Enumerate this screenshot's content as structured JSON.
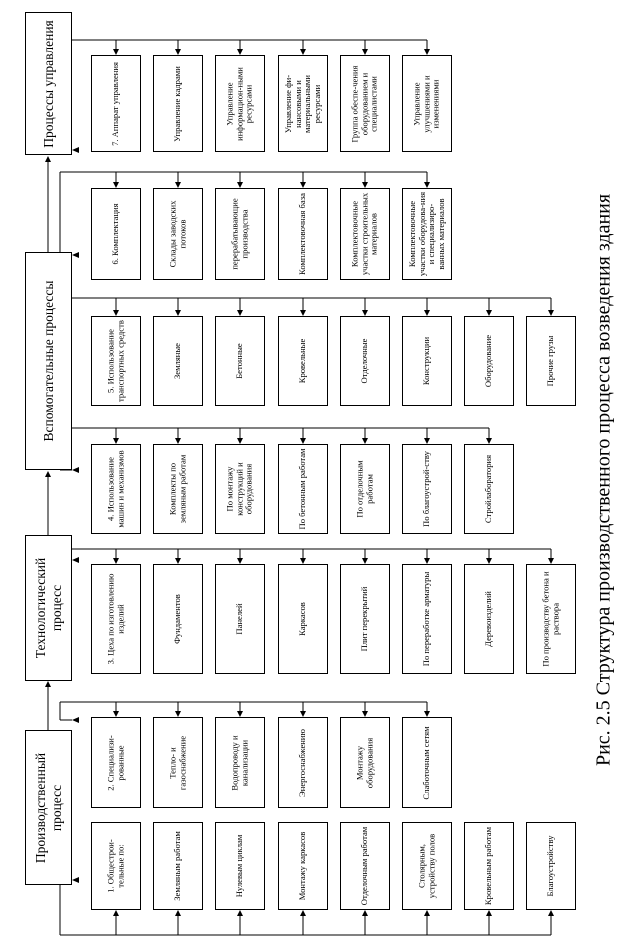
{
  "diagram": {
    "main_processes": [
      {
        "id": "management",
        "label": "Процессы управления"
      },
      {
        "id": "auxiliary",
        "label": "Вспомогательные процессы"
      },
      {
        "id": "technological",
        "label": "Технологический процесс"
      },
      {
        "id": "production",
        "label": "Производственный процесс"
      }
    ],
    "groups": {
      "g7": [
        "7. Аппарат управления",
        "Управление кадрами",
        "Управление информацион-ными ресурсами",
        "Управление фи-нансовыми и материальными ресурсами",
        "Группа обеспе-чения оборудованием и специалистами",
        "Управление улучшениями и изменениями"
      ],
      "g6": [
        "6. Комплектация",
        "Склады заводских потоков",
        "перерабатывающие производства",
        "Комплектовочная база",
        "Комплектовочные участки строительных материалов",
        "Комплектовочные участки оборудова-ния и специализиро-ванных материалов"
      ],
      "g5": [
        "5. Использование транспортных средств",
        "Земляные",
        "Бетонные",
        "Кровельные",
        "Отделочные",
        "Конструкции",
        "Оборудование",
        "Прочие грузы"
      ],
      "g4": [
        "4. Использование машин и механизмов",
        "Комплекты по земляным работам",
        "По монтажу конструкций и оборудования",
        "По бетонным работам",
        "По отделочным работам",
        "По благоустрой-ству",
        "Стройлаборатория"
      ],
      "g3": [
        "3. Цеха по изготовлению изделий",
        "Фундаментов",
        "Панелей",
        "Каркасов",
        "Плит перекрытий",
        "По переработке арматуры",
        "Деревоизделий",
        "По производству бетона и раствора"
      ],
      "g2": [
        "2. Специализи-рованные",
        "Тепло- и газоснабжение",
        "Водопроводу и канализации",
        "Энергоснабжению",
        "Монтажу оборудования",
        "Слаботочным сетям"
      ],
      "g1": [
        "1. Общестрои-тельные по:",
        "Земляным работам",
        "Нулевым циклам",
        "Монтажу каркасов",
        "Отделочным работам",
        "Столярным, устройству полов",
        "Кровельным работам",
        "Благоустройству"
      ]
    },
    "caption": "Рис. 2.5 Структура производственного процесса возведения здания"
  }
}
